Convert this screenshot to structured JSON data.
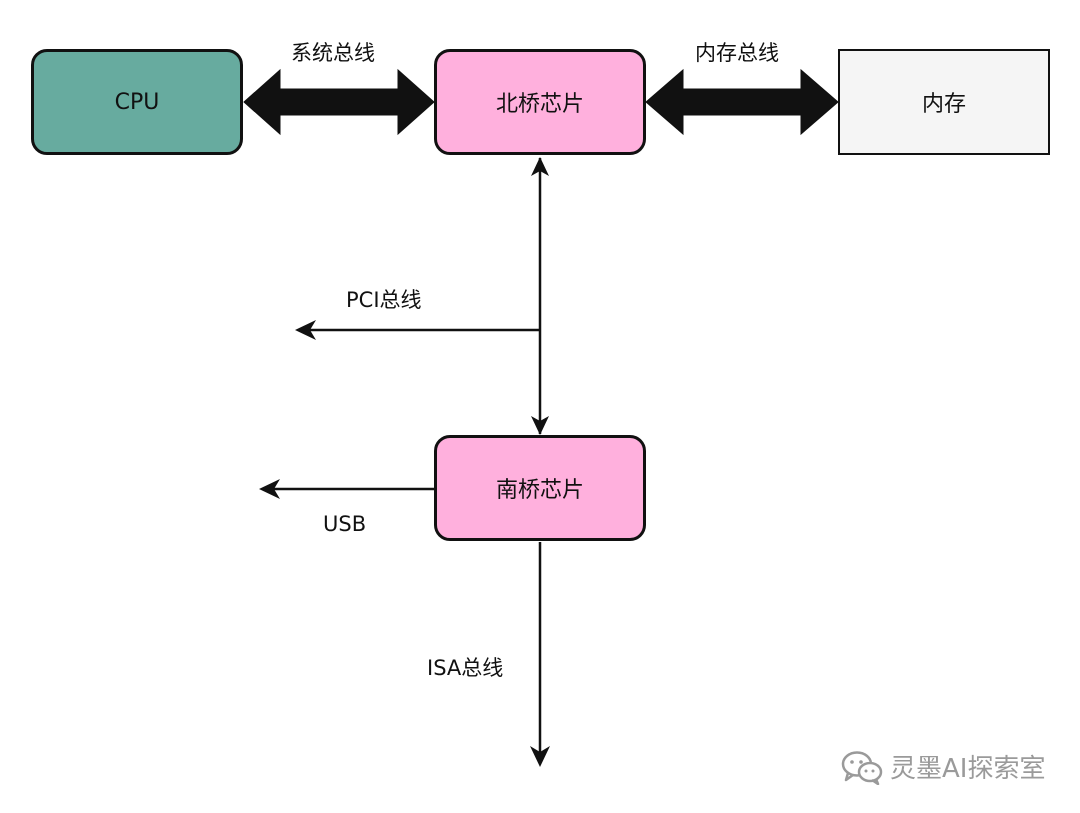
{
  "nodes": {
    "cpu": {
      "label": "CPU",
      "fill": "#67ab9f"
    },
    "northbridge": {
      "label": "北桥芯片",
      "fill": "#ffb0dd"
    },
    "memory": {
      "label": "内存",
      "fill": "#f5f5f5"
    },
    "southbridge": {
      "label": "南桥芯片",
      "fill": "#ffb0dd"
    }
  },
  "edges": {
    "system_bus": "系统总线",
    "memory_bus": "内存总线",
    "pci_bus": "PCI总线",
    "usb": "USB",
    "isa_bus": "ISA总线"
  },
  "watermark": {
    "text": "灵墨AI探索室",
    "icon": "wechat-icon"
  },
  "colors": {
    "stroke": "#111111",
    "watermark": "#9a9a9a"
  }
}
